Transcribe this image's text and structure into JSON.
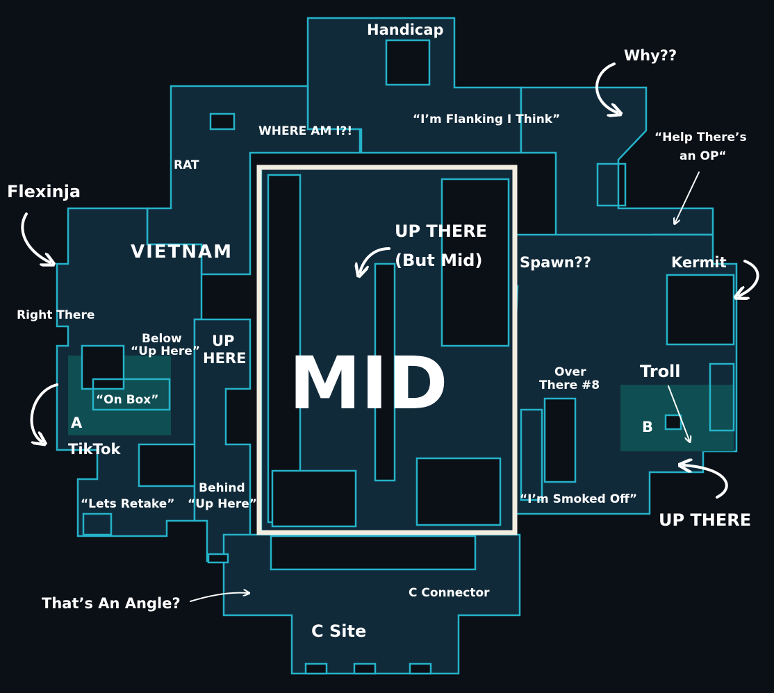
{
  "map": {
    "labels": {
      "handicap": "Handicap",
      "why": "Why??",
      "flanking": "“I’m Flanking I Think”",
      "where_am_i": "WHERE AM I?!",
      "help_op_1": "“Help There’s",
      "help_op_2": "an OP“",
      "rat": "RAT",
      "flexinja": "Flexinja",
      "vietnam": "VIETNAM",
      "up_there_mid_1": "UP THERE",
      "up_there_mid_2": "(But Mid)",
      "spawn": "Spawn??",
      "kermit": "Kermit",
      "right_there": "Right There",
      "below_up_here_1": "Below",
      "below_up_here_2": "“Up Here”",
      "up_here_1": "UP",
      "up_here_2": "HERE",
      "mid": "MID",
      "over_there_1": "Over",
      "over_there_2": "There #8",
      "troll": "Troll",
      "on_box": "“On Box”",
      "a": "A",
      "b": "B",
      "tiktok": "TikTok",
      "behind_1": "Behind",
      "behind_2": "“Up Here”",
      "lets_retake": "“Lets Retake”",
      "smoked_off": "“I’m Smoked Off”",
      "up_there_b": "UP THERE",
      "thats_an_angle": "That’s An Angle?",
      "c_connector": "C Connector",
      "c_site": "C Site"
    },
    "colors": {
      "background": "#0b0f16",
      "floor": "#112a3a",
      "wall": "#24b3c9",
      "site": "#0f4e52",
      "mid_box": "#f3eee2",
      "text": "#ffffff"
    },
    "icons": [
      "curved-arrow-icon",
      "straight-arrow-icon"
    ]
  }
}
